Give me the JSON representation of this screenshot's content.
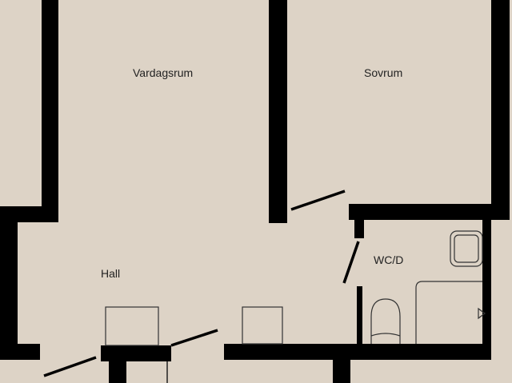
{
  "rooms": {
    "living_room": "Vardagsrum",
    "bedroom": "Sovrum",
    "hall": "Hall",
    "bathroom": "WC/D"
  },
  "colors": {
    "floor": "#ddd3c6",
    "wall": "#000000",
    "fixture_line": "#222222"
  }
}
